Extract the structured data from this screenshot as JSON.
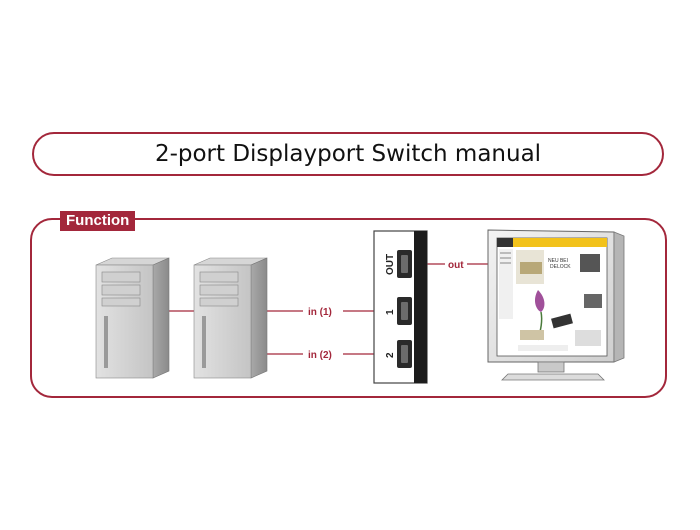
{
  "title": "2-port Displayport Switch manual",
  "section": {
    "label": "Function"
  },
  "diagram": {
    "connections": {
      "in1": "in (1)",
      "in2": "in (2)",
      "out": "out"
    },
    "switch_ports": {
      "out": "OUT",
      "port1": "1",
      "port2": "2"
    },
    "screen": {
      "headline": "NEU BEI\nDELOCK",
      "brand": "DELOCK"
    }
  },
  "colors": {
    "accent": "#a3273b"
  }
}
